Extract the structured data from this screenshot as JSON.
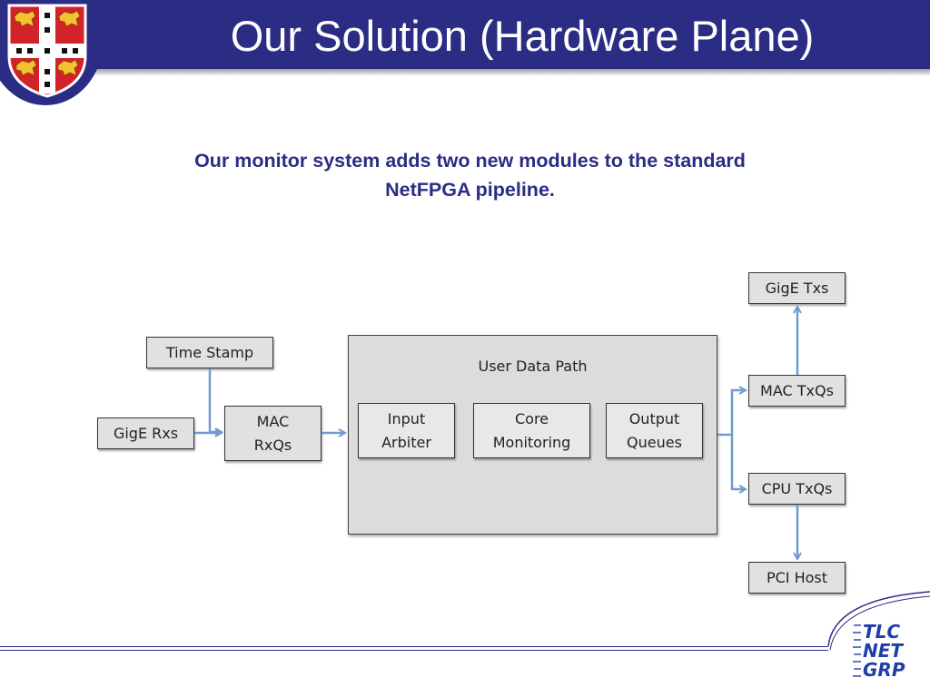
{
  "header": {
    "title": "Our Solution (Hardware Plane)",
    "background_color": "#2b2d84",
    "text_color": "#ffffff"
  },
  "subtitle": {
    "line1": "Our monitor system adds two new modules to the standard",
    "line2": "NetFPGA pipeline.",
    "color": "#2b2d84"
  },
  "diagram": {
    "nodes": {
      "gige_rxs": "GigE Rxs",
      "time_stamp": "Time Stamp",
      "mac_rxqs": [
        "MAC",
        "RxQs"
      ],
      "user_data_path": "User Data Path",
      "input_arbiter": [
        "Input",
        "Arbiter"
      ],
      "core_monitoring": [
        "Core",
        "Monitoring"
      ],
      "output_queues": [
        "Output",
        "Queues"
      ],
      "gige_txs": "GigE Txs",
      "mac_txqs": "MAC TxQs",
      "cpu_txqs": "CPU TxQs",
      "pci_host": "PCI Host"
    },
    "edges": [
      [
        "time_stamp",
        "mac_rxqs"
      ],
      [
        "gige_rxs",
        "mac_rxqs"
      ],
      [
        "mac_rxqs",
        "user_data_path"
      ],
      [
        "user_data_path",
        "mac_txqs"
      ],
      [
        "user_data_path",
        "cpu_txqs"
      ],
      [
        "mac_txqs",
        "gige_txs"
      ],
      [
        "cpu_txqs",
        "pci_host"
      ]
    ],
    "arrow_color": "#6f9bd0"
  },
  "logos": {
    "left": "university-crest",
    "right": "TLC NET GRP"
  }
}
